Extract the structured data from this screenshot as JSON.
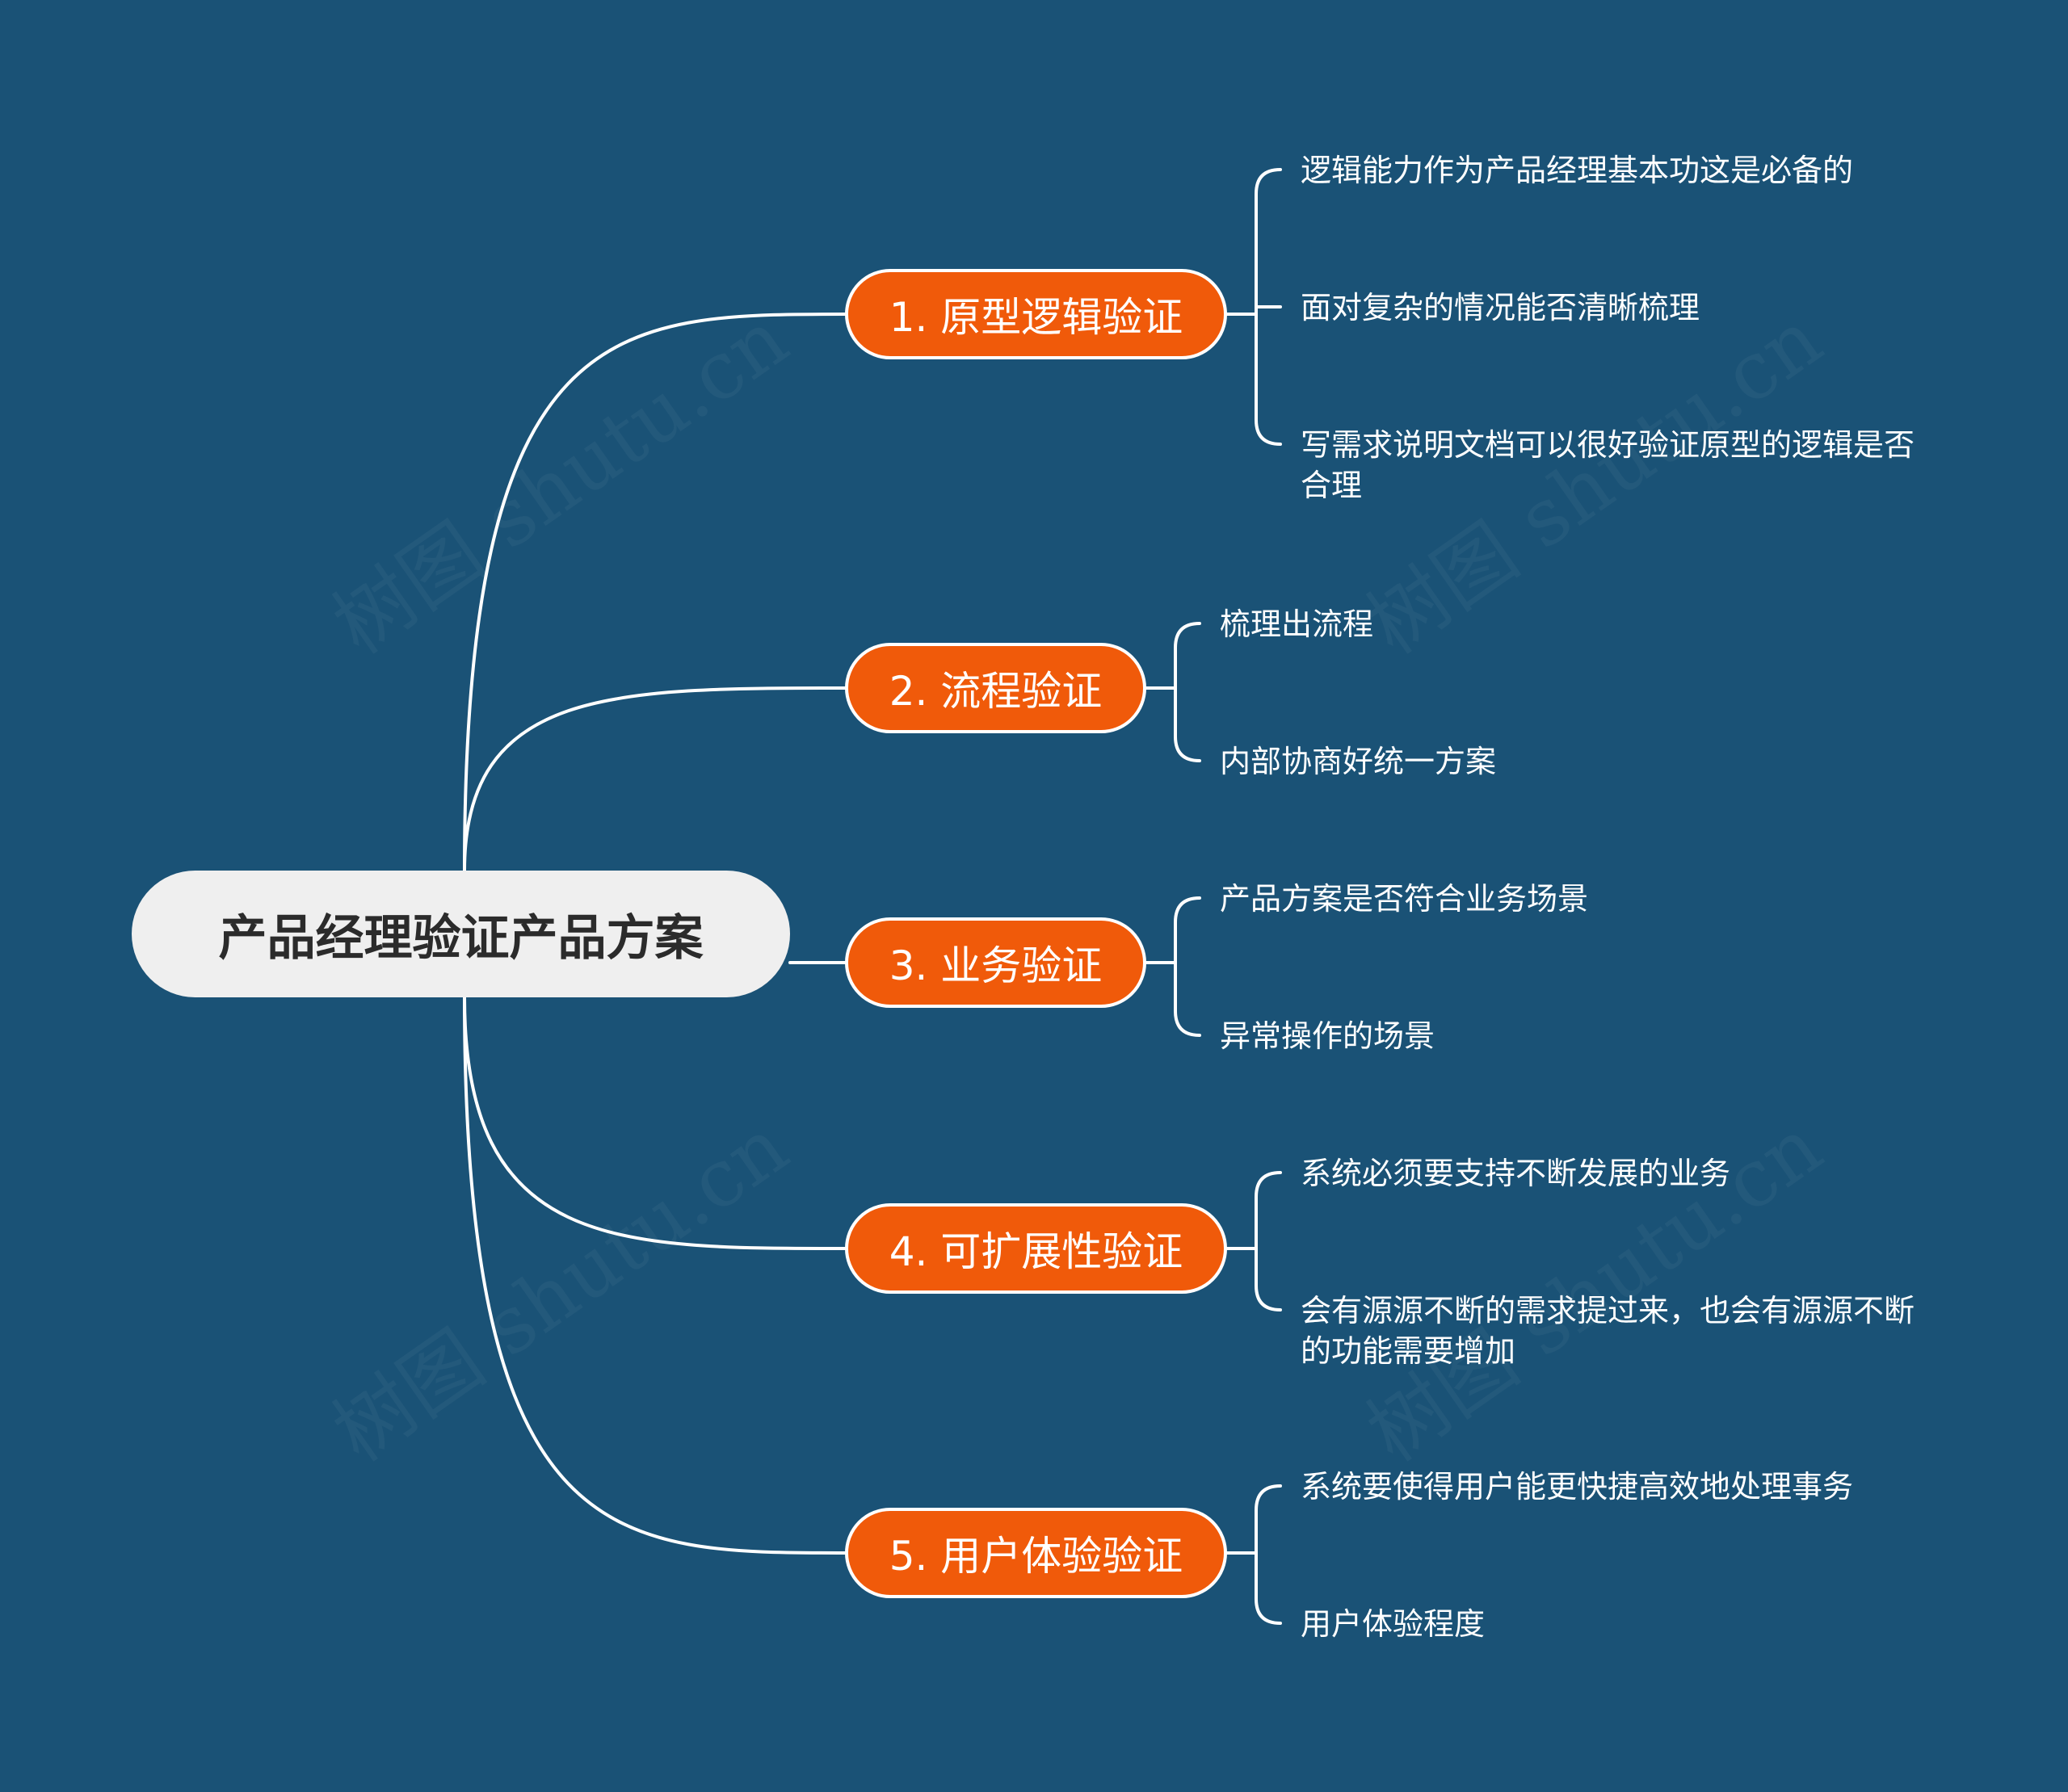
{
  "root": {
    "label": "产品经理验证产品方案"
  },
  "branches": [
    {
      "label": "1. 原型逻辑验证",
      "leaves": [
        "逻辑能力作为产品经理基本功这是必备的",
        "面对复杂的情况能否清晰梳理",
        "写需求说明文档可以很好验证原型的逻辑是否合理"
      ]
    },
    {
      "label": "2. 流程验证",
      "leaves": [
        "梳理出流程",
        "内部协商好统一方案"
      ]
    },
    {
      "label": "3. 业务验证",
      "leaves": [
        "产品方案是否符合业务场景",
        "异常操作的场景"
      ]
    },
    {
      "label": "4. 可扩展性验证",
      "leaves": [
        "系统必须要支持不断发展的业务",
        "会有源源不断的需求提过来，也会有源源不断的功能需要增加"
      ]
    },
    {
      "label": "5. 用户体验验证",
      "leaves": [
        "系统要使得用户能更快捷高效地处理事务",
        "用户体验程度"
      ]
    }
  ],
  "watermark": "树图 shutu.cn",
  "colors": {
    "background": "#1a5276",
    "branch": "#f05a0a",
    "root": "#efefef",
    "line": "#ffffff"
  }
}
